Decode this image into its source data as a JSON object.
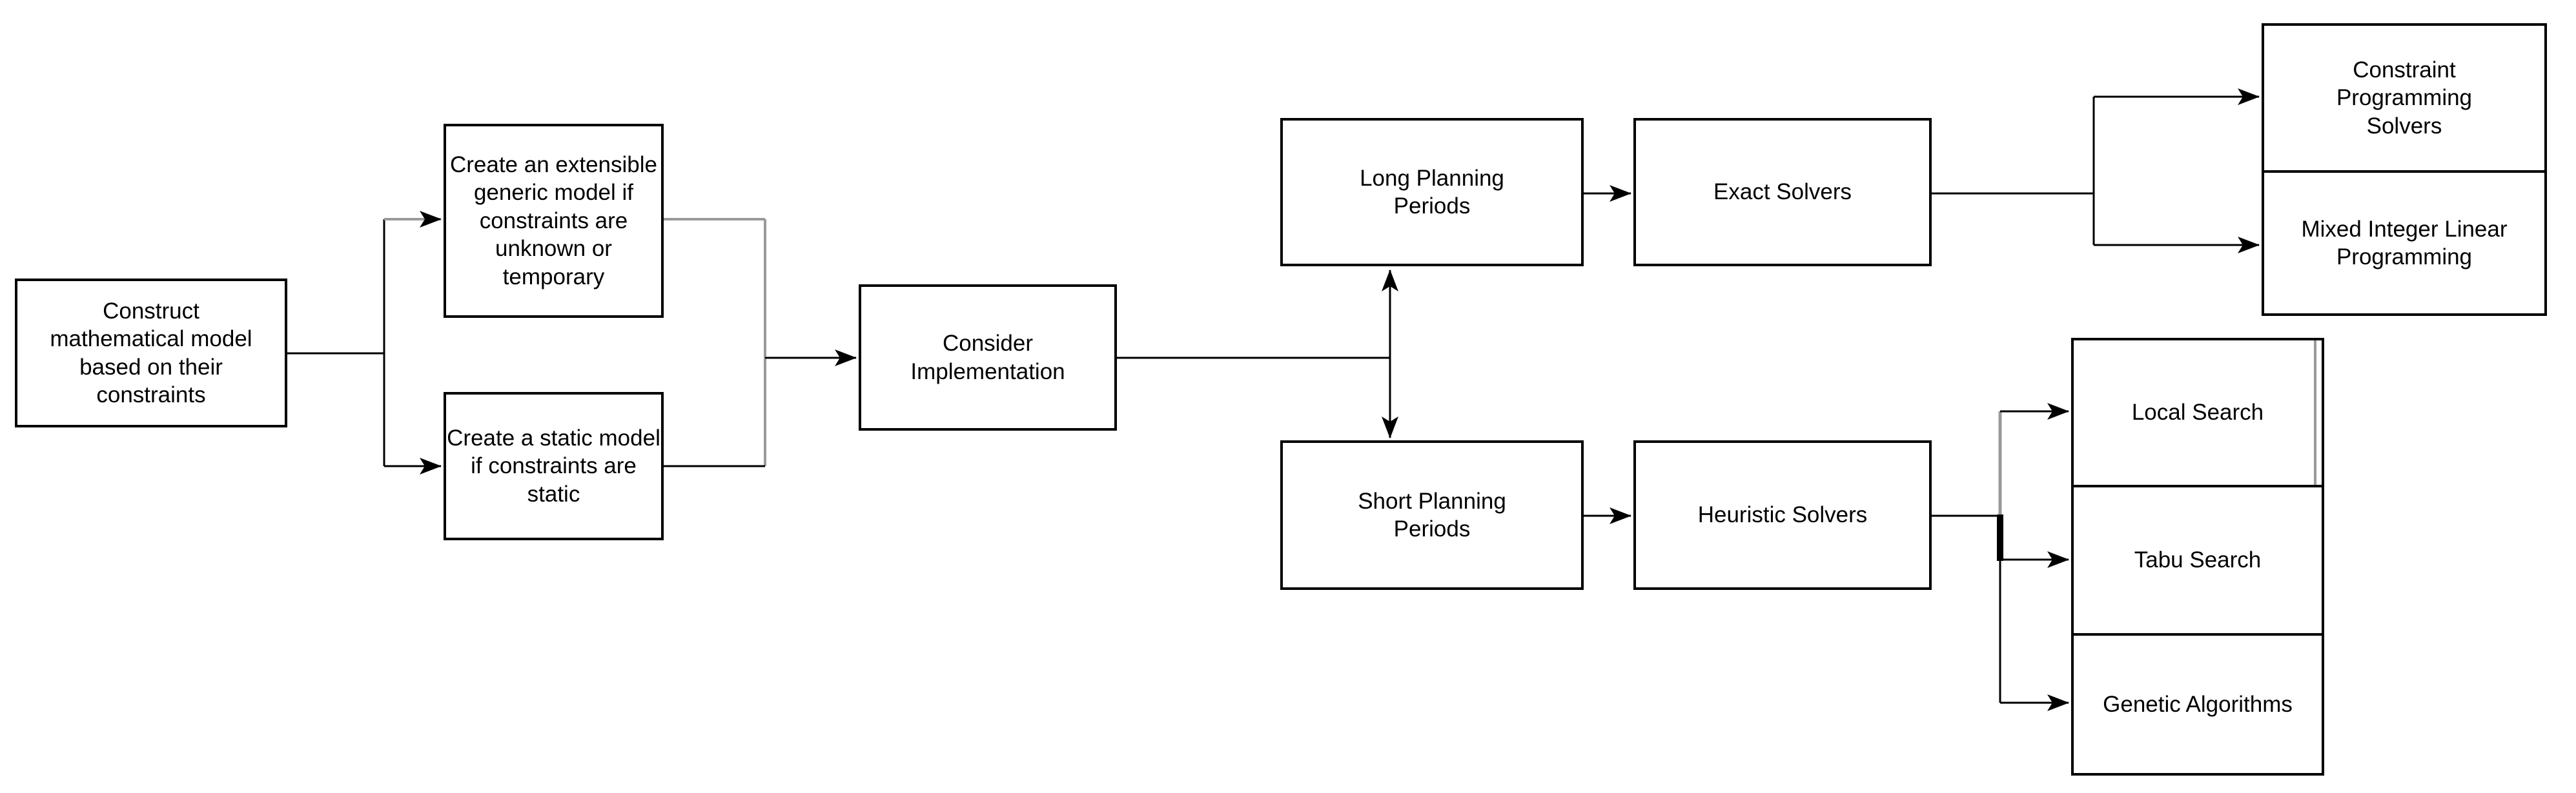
{
  "diagram": {
    "type": "flowchart",
    "colors": {
      "background": "#ffffff",
      "box_fill": "#ffffff",
      "box_border": "#000000",
      "text": "#000000",
      "connector": "#000000",
      "connector_gray": "#9a9a9a"
    },
    "nodes": {
      "construct": {
        "label": "Construct\nmathematical model\nbased on their\nconstraints"
      },
      "extensible": {
        "label": "Create an extensible\ngeneric model if\nconstraints are\nunknown or\ntemporary"
      },
      "static_model": {
        "label": "Create a static model\nif constraints are\nstatic"
      },
      "consider": {
        "label": "Consider\nImplementation"
      },
      "long_planning": {
        "label": "Long Planning\nPeriods"
      },
      "exact_solvers": {
        "label": "Exact Solvers"
      },
      "short_planning": {
        "label": "Short Planning\nPeriods"
      },
      "heuristic_solvers": {
        "label": "Heuristic Solvers"
      },
      "constraint_programming": {
        "label": "Constraint\nProgramming\nSolvers"
      },
      "milp": {
        "label": "Mixed Integer Linear\nProgramming"
      },
      "local_search": {
        "label": "Local Search"
      },
      "tabu_search": {
        "label": "Tabu Search"
      },
      "genetic_algorithms": {
        "label": "Genetic Algorithms"
      }
    },
    "edges": [
      {
        "from": "construct",
        "to": "extensible"
      },
      {
        "from": "construct",
        "to": "static_model"
      },
      {
        "from": "extensible",
        "to": "consider"
      },
      {
        "from": "static_model",
        "to": "consider"
      },
      {
        "from": "consider",
        "to": "long_planning"
      },
      {
        "from": "consider",
        "to": "short_planning"
      },
      {
        "from": "long_planning",
        "to": "exact_solvers"
      },
      {
        "from": "short_planning",
        "to": "heuristic_solvers"
      },
      {
        "from": "exact_solvers",
        "to": "constraint_programming"
      },
      {
        "from": "exact_solvers",
        "to": "milp"
      },
      {
        "from": "heuristic_solvers",
        "to": "local_search"
      },
      {
        "from": "heuristic_solvers",
        "to": "tabu_search"
      },
      {
        "from": "heuristic_solvers",
        "to": "genetic_algorithms"
      }
    ]
  }
}
